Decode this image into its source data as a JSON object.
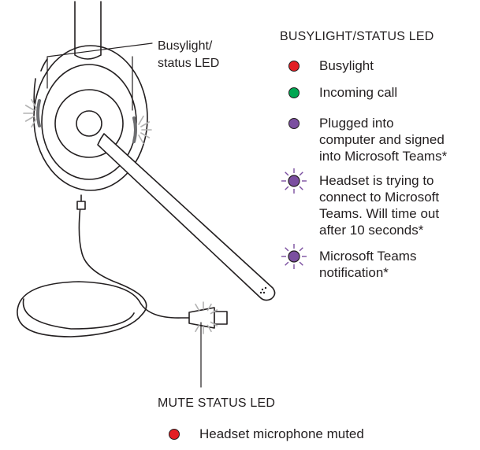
{
  "callout_label": [
    "Busylight/",
    "status LED"
  ],
  "status_section": {
    "heading": "BUSYLIGHT/STATUS LED",
    "items": [
      {
        "lines": [
          "Busylight"
        ],
        "color": "#e31e24",
        "indicator": "solid-dot"
      },
      {
        "lines": [
          "Incoming call"
        ],
        "color": "#00a651",
        "indicator": "solid-dot"
      },
      {
        "lines": [
          "Plugged into",
          "computer and signed",
          "into Microsoft Teams*"
        ],
        "color": "#7b4fa0",
        "indicator": "solid-dot"
      },
      {
        "lines": [
          "Headset is trying to",
          "connect to Microsoft",
          "Teams. Will time out",
          "after 10 seconds*"
        ],
        "color": "#7b4fa0",
        "indicator": "blinking-dot"
      },
      {
        "lines": [
          "Microsoft Teams",
          "notification*"
        ],
        "color": "#7b4fa0",
        "indicator": "blinking-dot"
      }
    ]
  },
  "mute_section": {
    "heading": "MUTE STATUS LED",
    "items": [
      {
        "lines": [
          "Headset microphone muted"
        ],
        "color": "#e31e24",
        "indicator": "solid-dot"
      }
    ]
  },
  "led_glow_color": "#b3b3b3",
  "line_color": "#231f20"
}
